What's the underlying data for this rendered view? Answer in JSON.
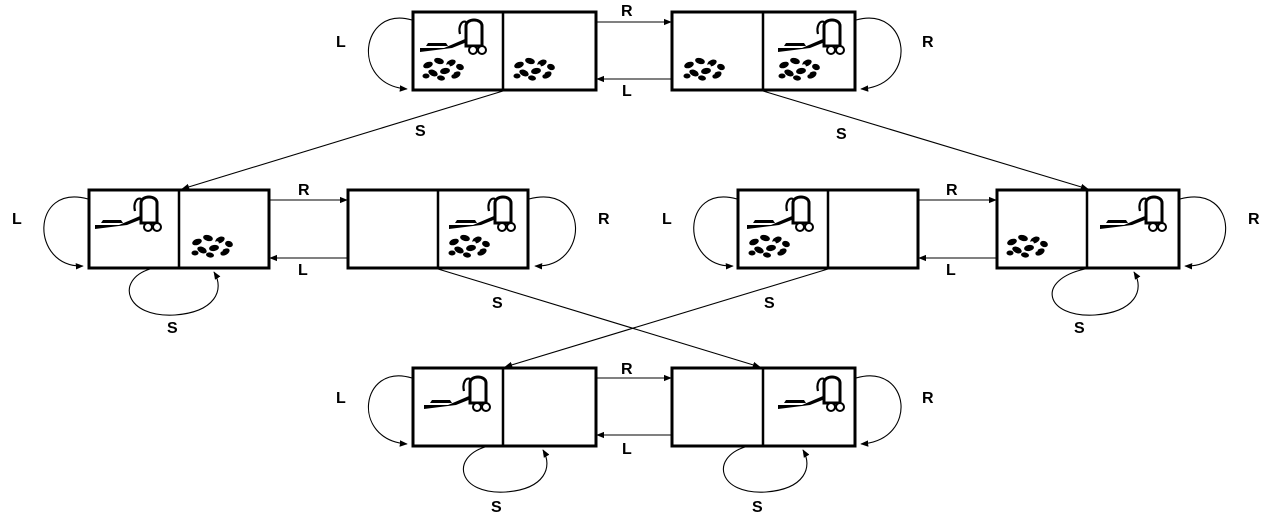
{
  "colors": {
    "stroke": "#000000",
    "background": "#ffffff"
  },
  "icons": {
    "agent": "vacuum-cleaner-icon",
    "dirt": "dirt-icon"
  },
  "labels": {
    "L": "L",
    "R": "R",
    "S": "S"
  }
}
